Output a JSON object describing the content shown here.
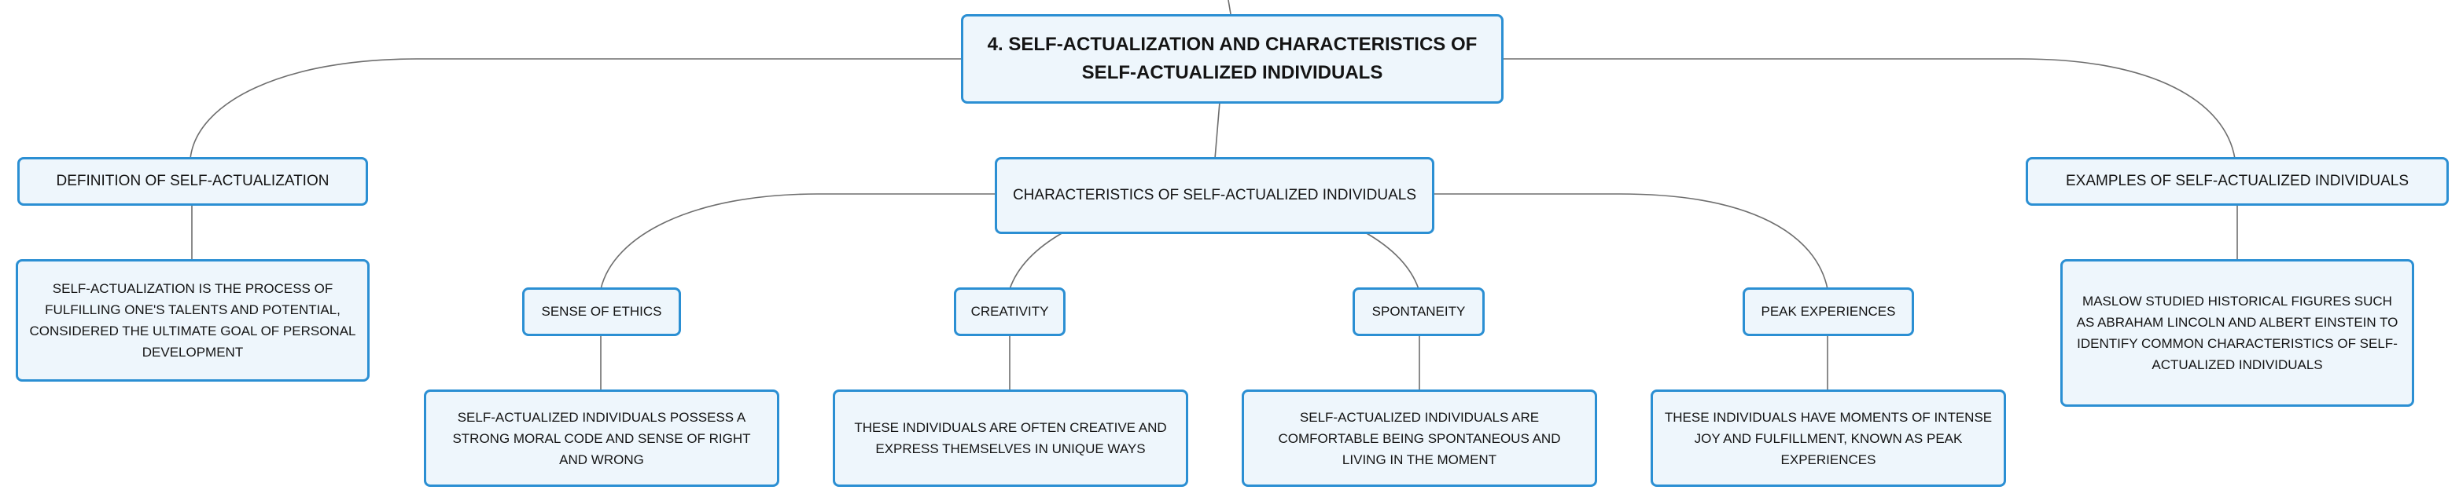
{
  "diagram": {
    "root": {
      "label": "4. SELF-ACTUALIZATION AND CHARACTERISTICS OF SELF-ACTUALIZED INDIVIDUALS"
    },
    "definition": {
      "label": "DEFINITION OF SELF-ACTUALIZATION",
      "detail": "SELF-ACTUALIZATION IS THE PROCESS OF FULFILLING ONE'S TALENTS AND POTENTIAL, CONSIDERED THE ULTIMATE GOAL OF PERSONAL DEVELOPMENT"
    },
    "characteristics": {
      "label": "CHARACTERISTICS OF SELF-ACTUALIZED INDIVIDUALS",
      "items": [
        {
          "label": "SENSE OF ETHICS",
          "detail": "SELF-ACTUALIZED INDIVIDUALS POSSESS A STRONG MORAL CODE AND SENSE OF RIGHT AND WRONG"
        },
        {
          "label": "CREATIVITY",
          "detail": "THESE INDIVIDUALS ARE OFTEN CREATIVE AND EXPRESS THEMSELVES IN UNIQUE WAYS"
        },
        {
          "label": "SPONTANEITY",
          "detail": "SELF-ACTUALIZED INDIVIDUALS ARE COMFORTABLE BEING SPONTANEOUS AND LIVING IN THE MOMENT"
        },
        {
          "label": "PEAK EXPERIENCES",
          "detail": "THESE INDIVIDUALS HAVE MOMENTS OF INTENSE JOY AND FULFILLMENT, KNOWN AS PEAK EXPERIENCES"
        }
      ]
    },
    "examples": {
      "label": "EXAMPLES OF SELF-ACTUALIZED INDIVIDUALS",
      "detail": "MASLOW STUDIED HISTORICAL FIGURES SUCH AS ABRAHAM LINCOLN AND ALBERT EINSTEIN TO IDENTIFY COMMON CHARACTERISTICS OF SELF-ACTUALIZED INDIVIDUALS"
    },
    "colors": {
      "node_border": "#2b8fd3",
      "node_fill": "#eef6fc",
      "connector": "#6e6e6e",
      "text": "#141414"
    }
  }
}
